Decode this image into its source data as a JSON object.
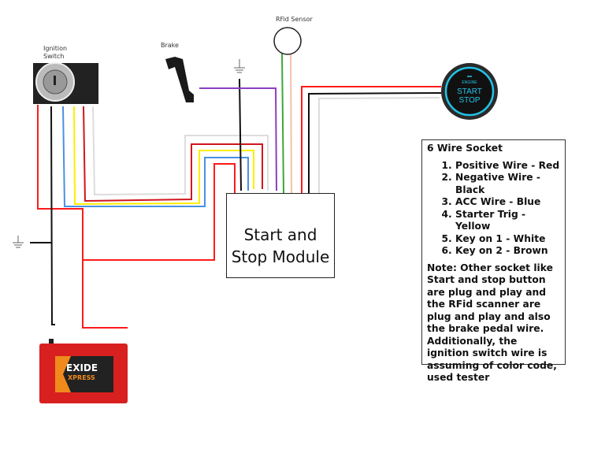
{
  "labels": {
    "ignition": "Ignition Switch",
    "brake": "Brake",
    "rfid": "RFid Sensor",
    "module": "Start and Stop Module"
  },
  "start_button": {
    "line1": "ENGINE",
    "line2": "START",
    "line3": "STOP",
    "ring_color": "#22c3e6"
  },
  "battery": {
    "brand": "EXIDE",
    "model": "XPRESS",
    "color": "#d7201f"
  },
  "socket_info": {
    "title": "6 Wire Socket",
    "items": [
      "Positive Wire - Red",
      "Negative Wire - Black",
      "ACC Wire - Blue",
      "Starter Trig - Yellow",
      "Key on 1 - White",
      "Key on 2 - Brown"
    ],
    "note": "Note: Other socket like Start and stop button are plug and play and the RFid scanner are plug and play and also the brake pedal wire. Additionally, the ignition switch wire is assuming of color code, used tester"
  },
  "wire_colors": {
    "red": "#ff1a1a",
    "black": "#111111",
    "blue": "#4a90e2",
    "yellow": "#ffee00",
    "dark_red": "#d0161c",
    "white": "#dddddd",
    "purple": "#8a3fc0",
    "green": "#3aa83a",
    "peach": "#f6c0a8"
  }
}
